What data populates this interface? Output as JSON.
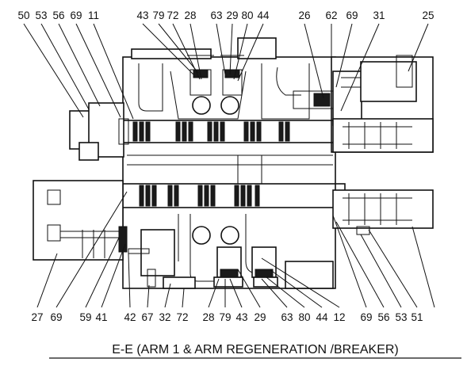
{
  "labels_top": [
    "50",
    "53",
    "56",
    "69",
    "11",
    "43",
    "79",
    "72",
    "28",
    "63",
    "29",
    "80",
    "44",
    "26",
    "62",
    "69",
    "31",
    "25"
  ],
  "labels_bottom": [
    "27",
    "69",
    "59",
    "41",
    "42",
    "67",
    "32",
    "72",
    "28",
    "79",
    "43",
    "29",
    "63",
    "80",
    "44",
    "12",
    "69",
    "56",
    "53",
    "51"
  ],
  "caption": "E-E (ARM 1 & ARM REGENERATION /BREAKER)"
}
